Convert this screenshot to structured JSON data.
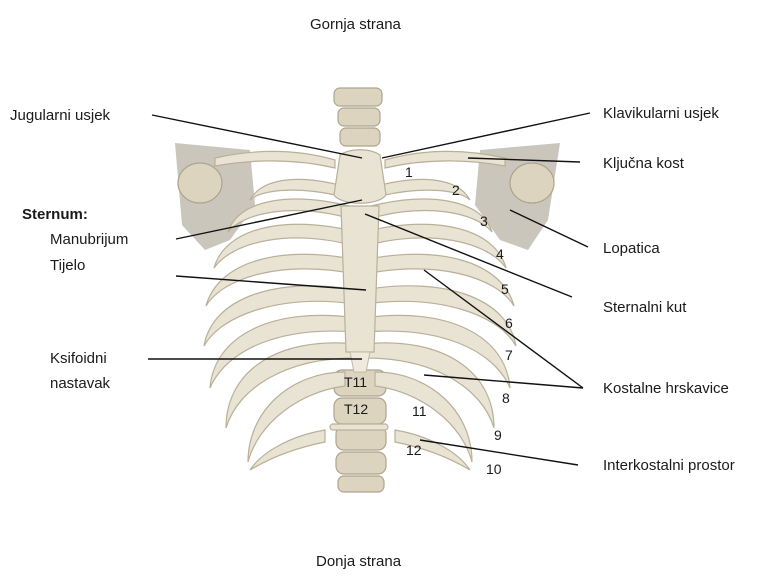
{
  "top_label": "Gornja strana",
  "bottom_label": "Donja strana",
  "labels": {
    "jugular_notch": "Jugularni usjek",
    "sternum_heading": "Sternum:",
    "manubrium": "Manubrijum",
    "body": "Tijelo",
    "xiphoid_line1": "Ksifoidni",
    "xiphoid_line2": "nastavak",
    "clavicular_notch": "Klavikularni usjek",
    "clavicle": "Ključna kost",
    "scapula": "Lopatica",
    "sternal_angle": "Sternalni kut",
    "costal_cartilages": "Kostalne hrskavice",
    "intercostal_space": "Interkostalni prostor"
  },
  "rib_numbers": [
    "1",
    "2",
    "3",
    "4",
    "5",
    "6",
    "7",
    "8",
    "9",
    "10",
    "11",
    "12"
  ],
  "vertebra_labels": [
    "T11",
    "T12"
  ],
  "colors": {
    "bone": "#e9e3d3",
    "bone_outline": "#b9b09a",
    "scapula_shadow": "#cbc6bc",
    "leader_line": "#111111"
  }
}
